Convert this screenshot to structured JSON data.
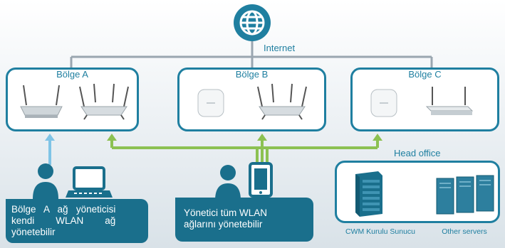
{
  "internet": {
    "label": "Internet"
  },
  "sites": [
    {
      "name": "Bölge A"
    },
    {
      "name": "Bölge B"
    },
    {
      "name": "Bölge C"
    }
  ],
  "head_office": {
    "title": "Head office",
    "server1": "CWM Kurulu Sunucu",
    "server2": "Other servers"
  },
  "callouts": {
    "site_admin_line1": "Bölge   A   ağ   yöneticisi",
    "site_admin_line2": "kendi        WLAN        ağ",
    "site_admin_line3": "yönetebilir",
    "global_admin_line1": "Yönetici tüm WLAN",
    "global_admin_line2": "ağlarını yönetebilir"
  },
  "colors": {
    "primary": "#1f7fa0",
    "callout": "#1a6f8c",
    "link_green": "#8cc152",
    "link_blue": "#7fc4e6",
    "internet_lines": "#9aa6b0"
  }
}
